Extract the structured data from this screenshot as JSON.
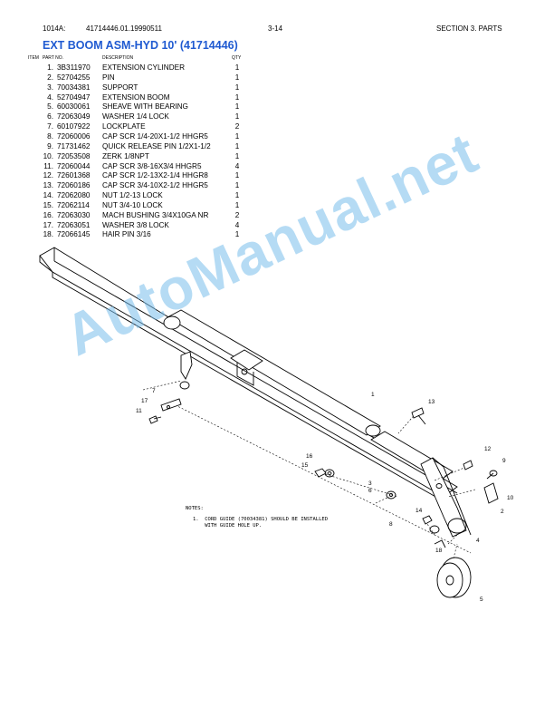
{
  "header": {
    "model": "1014A:",
    "doc_code": "41714446.01.19990511",
    "page_number": "3-14",
    "section": "SECTION 3. PARTS"
  },
  "title": "EXT BOOM ASM-HYD 10' (41714446)",
  "columns": {
    "item": "ITEM",
    "part_no": "PART NO.",
    "description": "DESCRIPTION",
    "qty": "QTY"
  },
  "parts": [
    {
      "item": "1.",
      "part_no": "3B311970",
      "description": "EXTENSION CYLINDER",
      "qty": "1"
    },
    {
      "item": "2.",
      "part_no": "52704255",
      "description": "PIN",
      "qty": "1"
    },
    {
      "item": "3.",
      "part_no": "70034381",
      "description": "SUPPORT",
      "qty": "1"
    },
    {
      "item": "4.",
      "part_no": "52704947",
      "description": "EXTENSION BOOM",
      "qty": "1"
    },
    {
      "item": "5.",
      "part_no": "60030061",
      "description": "SHEAVE WITH BEARING",
      "qty": "1"
    },
    {
      "item": "6.",
      "part_no": "72063049",
      "description": "WASHER 1/4 LOCK",
      "qty": "1"
    },
    {
      "item": "7.",
      "part_no": "60107922",
      "description": "LOCKPLATE",
      "qty": "2"
    },
    {
      "item": "8.",
      "part_no": "72060006",
      "description": "CAP SCR 1/4-20X1-1/2 HHGR5",
      "qty": "1"
    },
    {
      "item": "9.",
      "part_no": "71731462",
      "description": "QUICK RELEASE PIN 1/2X1-1/2",
      "qty": "1"
    },
    {
      "item": "10.",
      "part_no": "72053508",
      "description": "ZERK 1/8NPT",
      "qty": "1"
    },
    {
      "item": "11.",
      "part_no": "72060044",
      "description": "CAP SCR 3/8-16X3/4 HHGR5",
      "qty": "4"
    },
    {
      "item": "12.",
      "part_no": "72601368",
      "description": "CAP SCR 1/2-13X2-1/4 HHGR8",
      "qty": "1"
    },
    {
      "item": "13.",
      "part_no": "72060186",
      "description": "CAP SCR 3/4-10X2-1/2 HHGR5",
      "qty": "1"
    },
    {
      "item": "14.",
      "part_no": "72062080",
      "description": "NUT 1/2-13 LOCK",
      "qty": "1"
    },
    {
      "item": "15.",
      "part_no": "72062114",
      "description": "NUT 3/4-10 LOCK",
      "qty": "1"
    },
    {
      "item": "16.",
      "part_no": "72063030",
      "description": "MACH BUSHING 3/4X10GA NR",
      "qty": "2"
    },
    {
      "item": "17.",
      "part_no": "72063051",
      "description": "WASHER 3/8 LOCK",
      "qty": "4"
    },
    {
      "item": "18.",
      "part_no": "72066145",
      "description": "HAIR PIN 3/16",
      "qty": "1"
    }
  ],
  "callouts": [
    "1",
    "2",
    "3",
    "4",
    "5",
    "6",
    "7",
    "8",
    "9",
    "10",
    "11",
    "12",
    "13",
    "14",
    "15",
    "16",
    "17",
    "18"
  ],
  "notes": {
    "heading": "NOTES:",
    "line1": "1.  CORD GUIDE (70034381) SHOULD BE INSTALLED",
    "line2": "    WITH GUIDE HOLE UP."
  },
  "watermark": "AutoManual.net",
  "colors": {
    "title": "#1f5ad1",
    "watermark": "#78bee6"
  }
}
